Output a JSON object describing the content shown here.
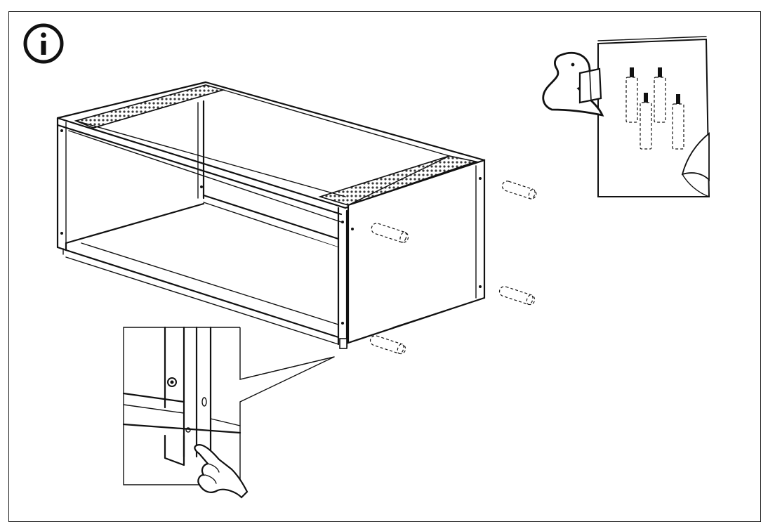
{
  "info_icon": {
    "name": "info-icon",
    "glyph": "i"
  },
  "colors": {
    "line": "#111111",
    "background": "#ffffff",
    "mesh": "#3a3a3a"
  },
  "panels": {
    "main": "cabinet-frame-assembly",
    "detail": "corner-detail-zoom",
    "reference": "booklet-reference"
  }
}
